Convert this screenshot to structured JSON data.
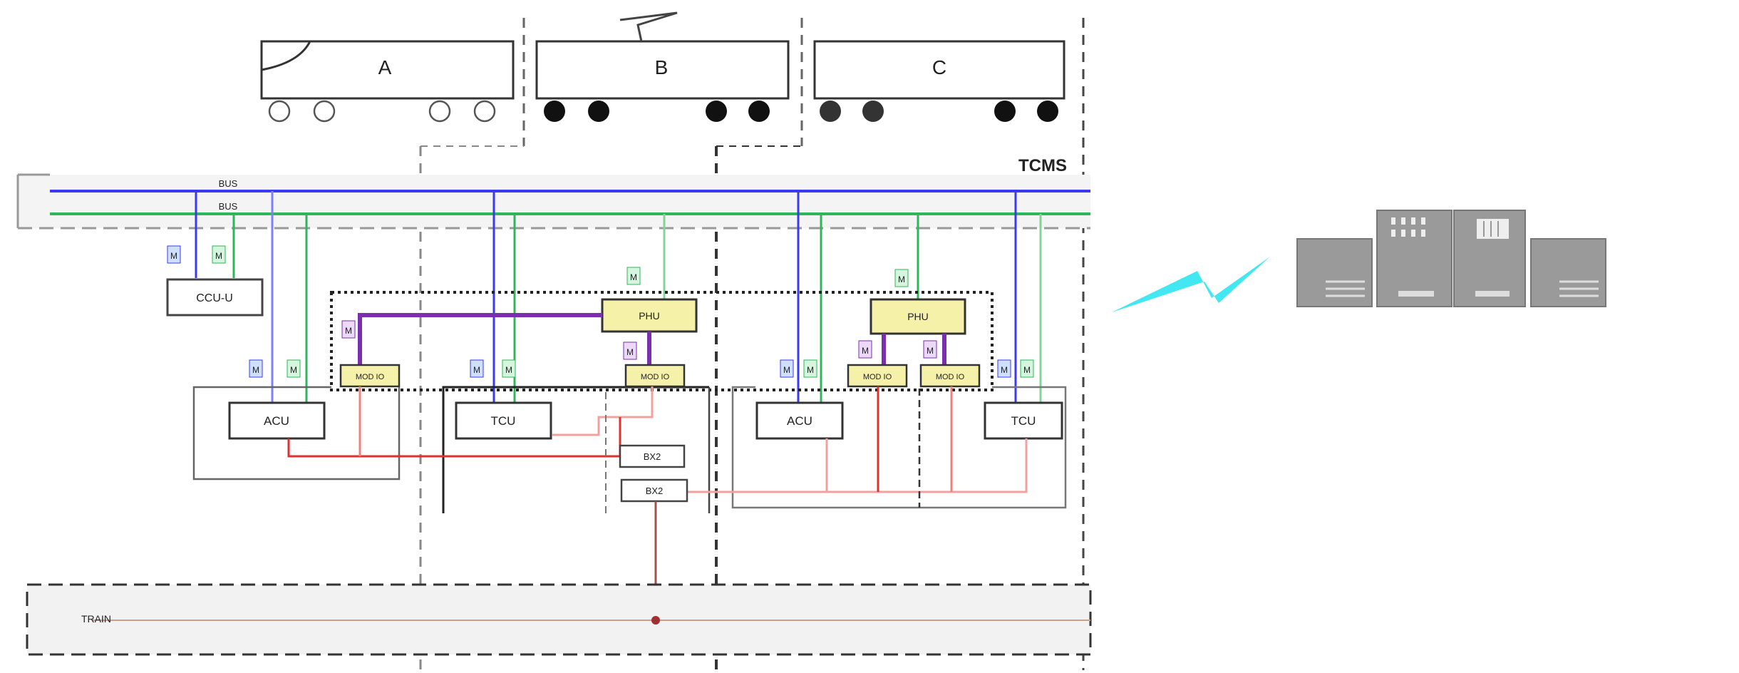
{
  "cars": [
    {
      "label": "A",
      "wheel_color": "#ffffff"
    },
    {
      "label": "B",
      "wheel_color": "#111111"
    },
    {
      "label": "C",
      "wheel_color": "#111111"
    }
  ],
  "network": {
    "label": "TCMS",
    "bus1_label": "BUS",
    "bus2_label": "BUS",
    "bus1_color": "#3a3af0",
    "bus2_color": "#2fb55a"
  },
  "units": {
    "ccu_label": "CCU-U",
    "phu_left_label": "PHU",
    "phu_right_label": "PHU",
    "module_label": "MOD IO",
    "acu_left_label": "ACU",
    "tcu_left_label": "TCU",
    "acu_right_label": "ACU",
    "tcu_right_label": "TCU",
    "bx_top_label": "BX2",
    "bx_bottom_label": "BX2"
  },
  "wire_tags": {
    "blue_tag": "M",
    "green_tag": "M",
    "purple_tag": "M"
  },
  "bottom": {
    "train_line_label": "TRAIN"
  },
  "colors": {
    "purple": "#7a2fb0",
    "red": "#e03030",
    "pink": "#f2a0a0",
    "yellow_box": "#f6f1a8",
    "lightning": "#2ee6f0",
    "servers": "#9a9a9a"
  }
}
